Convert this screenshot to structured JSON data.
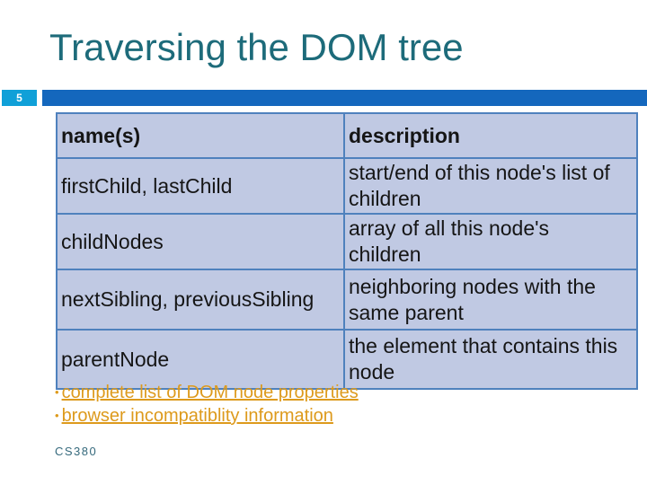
{
  "slide": {
    "title": "Traversing the DOM tree",
    "number": "5",
    "footer": "CS380"
  },
  "table": {
    "headers": [
      "name(s)",
      "description"
    ],
    "rows": [
      {
        "name": "firstChild, lastChild",
        "description": "start/end of this node's list of children"
      },
      {
        "name": "childNodes",
        "description": "array of all this node's children"
      },
      {
        "name": "nextSibling, previousSibling",
        "description": "neighboring nodes with the same parent"
      },
      {
        "name": "parentNode",
        "description": "the element that contains this node"
      }
    ]
  },
  "links": {
    "bullet": "•",
    "items": [
      {
        "label": "complete list of DOM node properties"
      },
      {
        "label": "browser incompatiblity information"
      }
    ]
  },
  "colors": {
    "title_teal": "#1d6b7a",
    "header_bar_blue": "#1467bd",
    "slide_number_badge_blue": "#10a0d8",
    "table_fill": "#c0c9e3",
    "table_border": "#4f81bd",
    "link_orange": "#dd9a1c",
    "footer_teal": "#35697c"
  }
}
